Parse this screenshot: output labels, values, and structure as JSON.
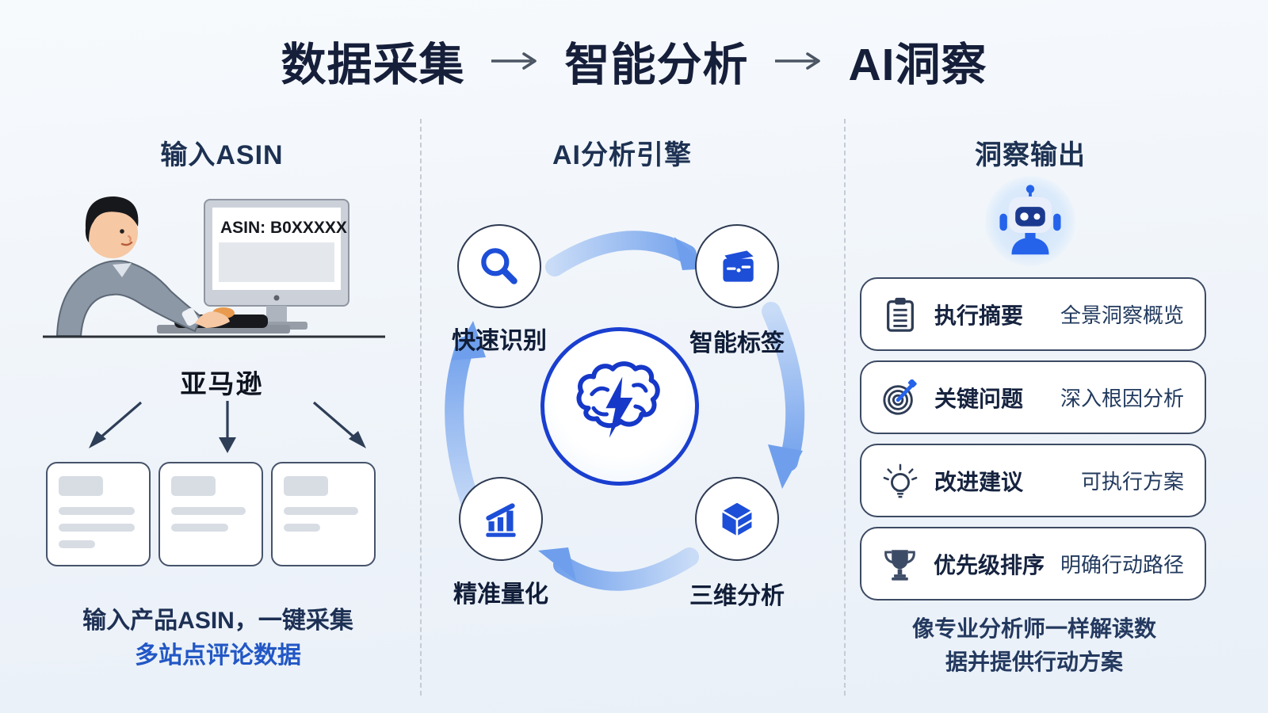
{
  "title": {
    "steps": [
      "数据采集",
      "智能分析",
      "AI洞察"
    ]
  },
  "left": {
    "header": "输入ASIN",
    "monitor_text": "ASIN: B0XXXXX",
    "platform_label": "亚马逊",
    "caption_line1": "输入产品ASIN，一键采集",
    "caption_line2": "多站点评论数据"
  },
  "middle": {
    "header": "AI分析引擎",
    "nodes": [
      {
        "icon": "search-icon",
        "label": "快速识别"
      },
      {
        "icon": "archive-icon",
        "label": "智能标签"
      },
      {
        "icon": "bar-chart-icon",
        "label": "精准量化"
      },
      {
        "icon": "cube-icon",
        "label": "三维分析"
      }
    ],
    "center_icon": "brain-lightning-icon"
  },
  "right": {
    "header": "洞察输出",
    "robot_icon": "robot-icon",
    "cards": [
      {
        "icon": "clipboard-icon",
        "title": "执行摘要",
        "desc": "全景洞察概览"
      },
      {
        "icon": "target-icon",
        "title": "关键问题",
        "desc": "深入根因分析"
      },
      {
        "icon": "lightbulb-icon",
        "title": "改进建议",
        "desc": "可执行方案"
      },
      {
        "icon": "trophy-icon",
        "title": "优先级排序",
        "desc": "明确行动路径"
      }
    ],
    "caption_line1": "像专业分析师一样解读数",
    "caption_line2": "据并提供行动方案"
  },
  "colors": {
    "accent_blue": "#1d4ed8",
    "flow_arrow_blue": "#8fb4ef",
    "dark_navy_text": "#161f3a",
    "caption_blue": "#2257c5",
    "card_border": "#3c4a63",
    "background": "#eef3f9"
  }
}
